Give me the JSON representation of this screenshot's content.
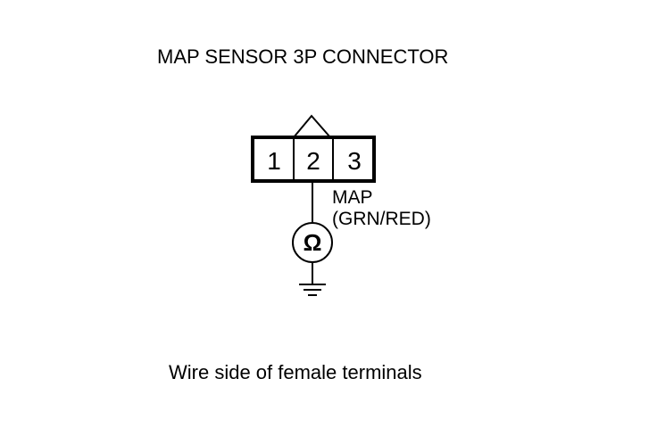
{
  "title": "MAP SENSOR 3P CONNECTOR",
  "connector": {
    "pins": [
      "1",
      "2",
      "3"
    ]
  },
  "wire": {
    "name": "MAP",
    "color_code": "(GRN/RED)"
  },
  "meter": {
    "symbol": "Ω",
    "icon": "ohmmeter-icon"
  },
  "ground": {
    "icon": "ground-icon"
  },
  "caption": "Wire side of female terminals",
  "colors": {
    "line": "#000000",
    "background": "#ffffff"
  }
}
